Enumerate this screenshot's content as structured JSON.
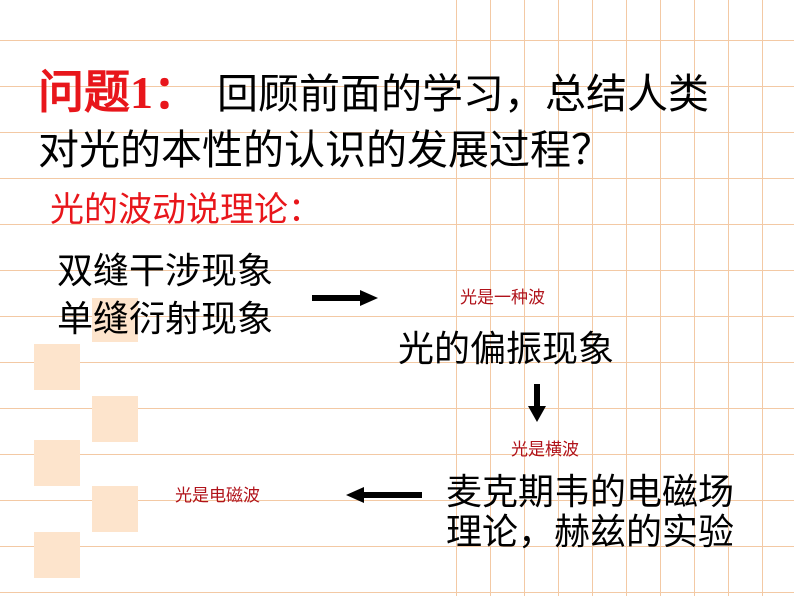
{
  "slide": {
    "question_label": "问题1：",
    "question_rest": "回顾前面的学习，总结人类",
    "question_line2": "对光的本性的认识的发展过程？",
    "subtitle": "光的波动说理论：",
    "phenomena": {
      "double_slit": "双缝干涉现象",
      "single_slit": "单缝衍射现象",
      "polarization": "光的偏振现象",
      "maxwell_line1": "麦克期韦的电磁场",
      "maxwell_line2": "理论，赫兹的实验"
    },
    "conclusions": {
      "is_wave": "光是一种波",
      "is_transverse": "光是横波",
      "is_em_wave": "光是电磁波"
    },
    "colors": {
      "question_label": "#e8161b",
      "subtitle": "#e8161b",
      "conclusion": "#b0121a",
      "accent_square": "#fde4cc",
      "grid_line": "#f3c9a4"
    }
  }
}
